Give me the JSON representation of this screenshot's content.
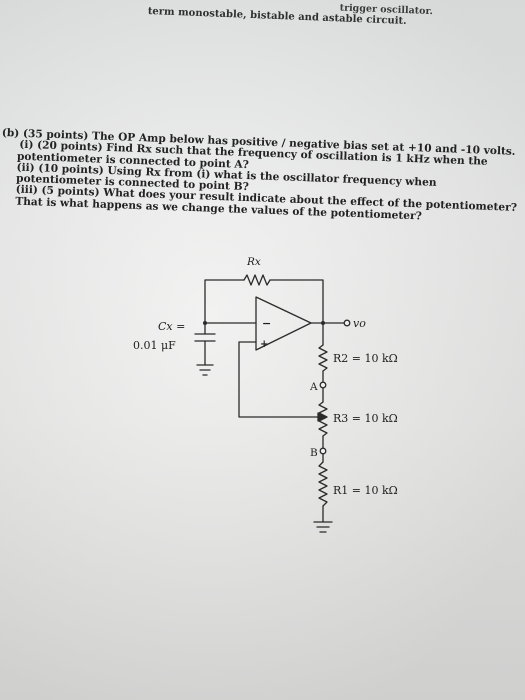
{
  "header": {
    "line_a": "trigger oscillator.",
    "line_b": "term monostable, bistable and astable circuit."
  },
  "question": {
    "part_b": "(b) (35 points) The OP Amp below has positive / negative bias set at +10 and -10 volts.",
    "part_i_line1": "(i) (20 points) Find Rx such that the frequency of oscillation is 1 kHz when the",
    "part_i_line2": "potentiometer is connected to point A?",
    "part_ii_line1": "(ii) (10 points) Using Rx from (i) what is the oscillator frequency when",
    "part_ii_line2": "potentiometer is connected to point B?",
    "part_iii_line1": "(iii) (5 points) What does your result indicate about the effect of the potentiometer?",
    "part_iii_line2": "That is what happens as we change the values of the potentiometer?"
  },
  "circuit": {
    "rx_label": "Rx",
    "cx_label": "Cx =",
    "cx_value": "0.01 μF",
    "minus_sign": "−",
    "plus_sign": "+",
    "output_label": "vo",
    "r2_label": "R2 = 10 kΩ",
    "r3_label": "R3 = 10 kΩ",
    "r1_label": "R1 = 10 kΩ",
    "node_a": "A",
    "node_b": "B"
  }
}
